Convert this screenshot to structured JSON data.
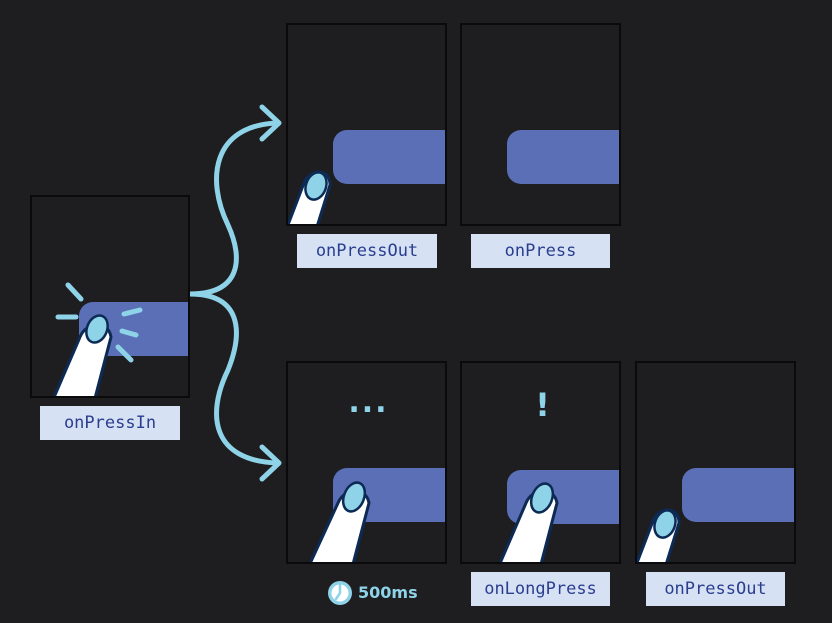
{
  "labels": {
    "press_in": "onPressIn",
    "press_out_top": "onPressOut",
    "press": "onPress",
    "long_press": "onLongPress",
    "press_out_bottom": "onPressOut"
  },
  "glyphs": {
    "waiting": "...",
    "alert": "!"
  },
  "timer": {
    "icon": "clock-icon",
    "value": "500ms"
  },
  "colors": {
    "background": "#1e1e20",
    "button": "#5a6fb6",
    "label_bg": "#d6e2f4",
    "label_text": "#2b3d8f",
    "accent": "#8fd3e8",
    "finger_outline": "#0d2a55"
  }
}
